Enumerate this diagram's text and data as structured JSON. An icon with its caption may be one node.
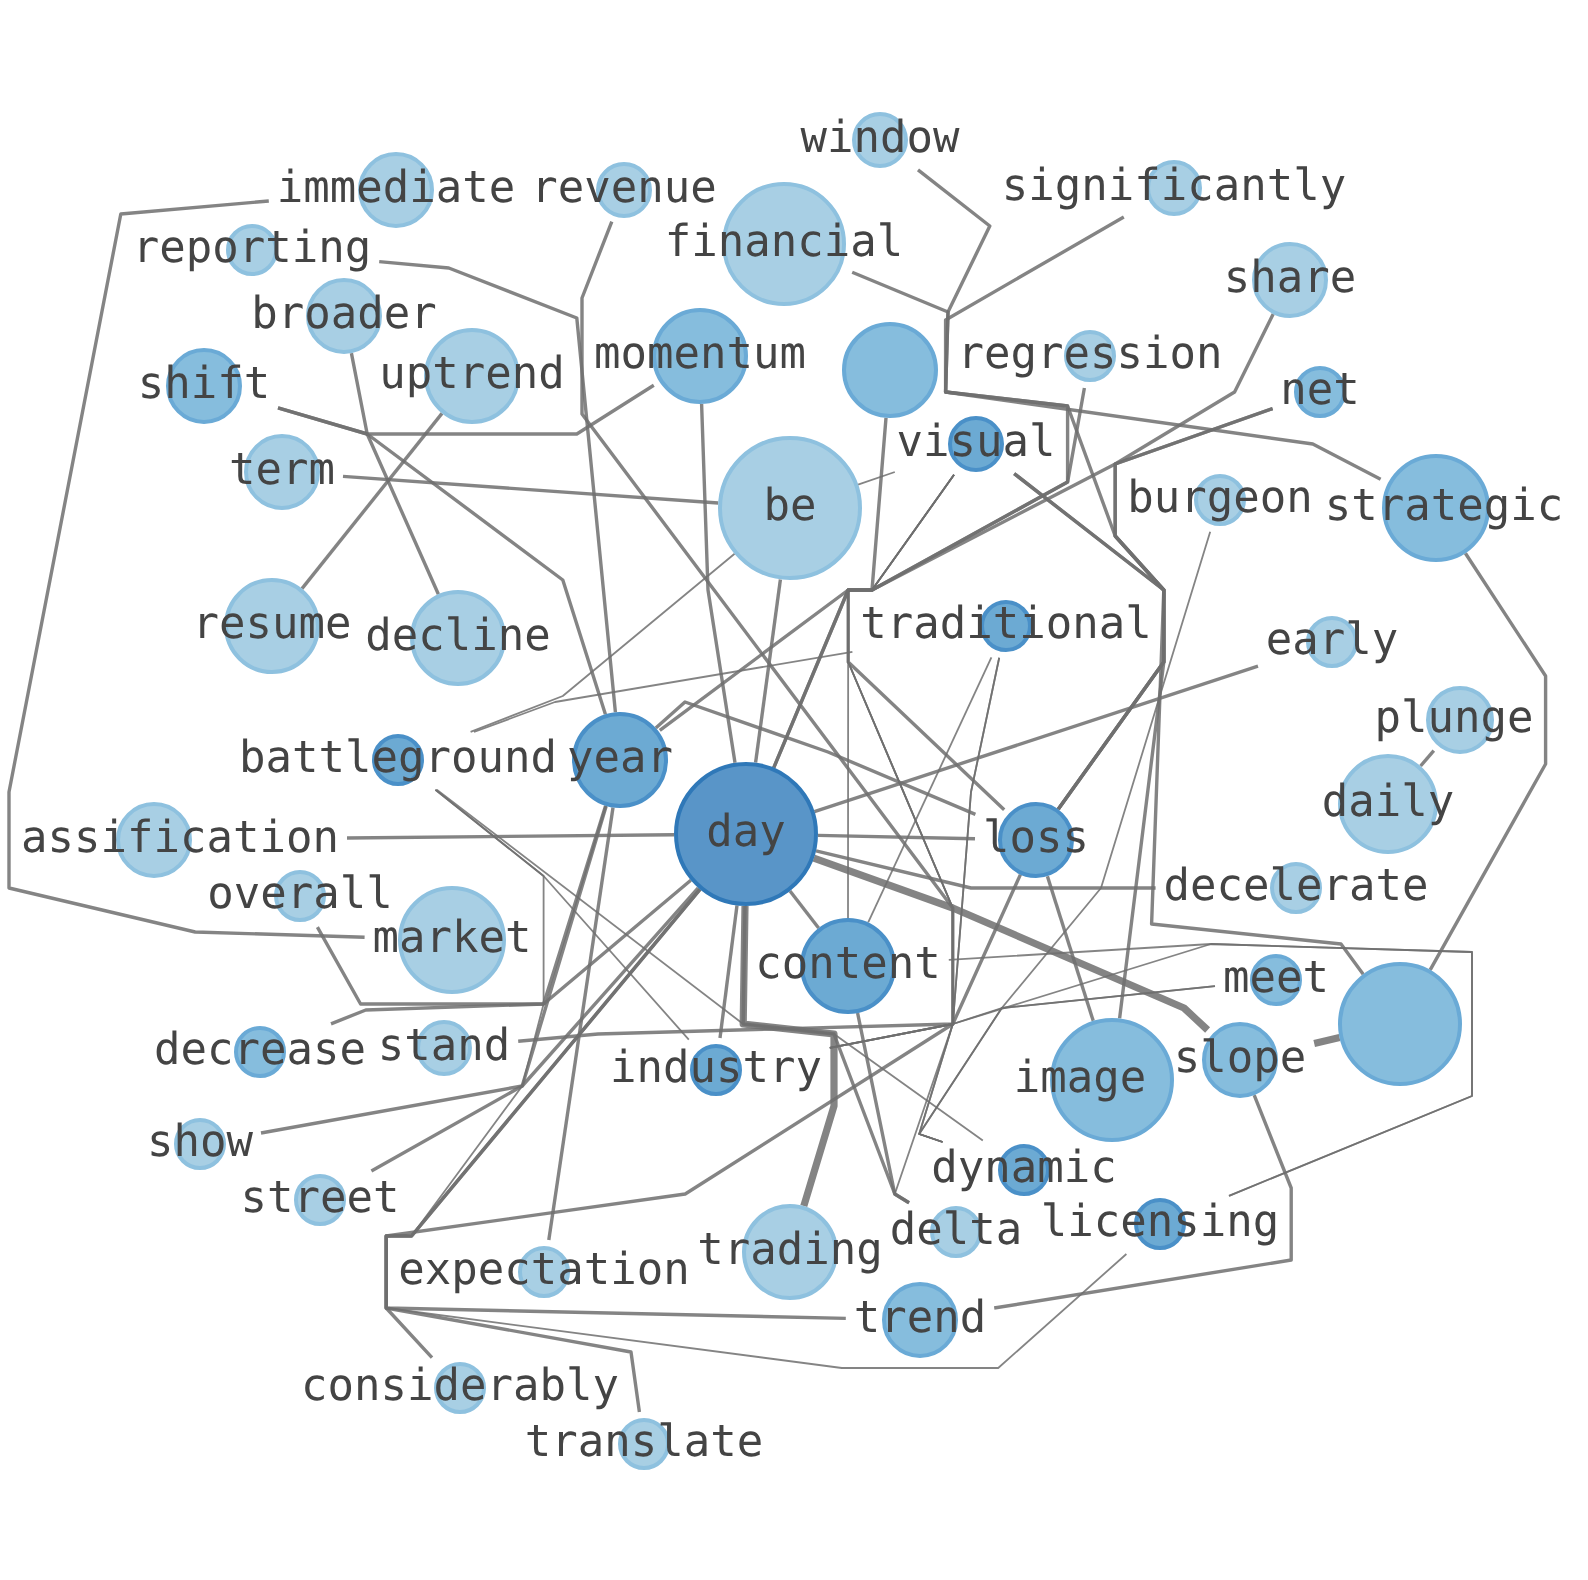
{
  "diagram": {
    "nodes": [
      {
        "text": [
          "window"
        ]
      },
      {
        "text": [
          "immediate"
        ]
      },
      {
        "text": [
          "revenue"
        ]
      },
      {
        "text": [
          "significantly"
        ]
      },
      {
        "text": [
          "financial"
        ]
      },
      {
        "text": [
          "reporting"
        ]
      },
      {
        "text": [
          "share"
        ]
      },
      {
        "text": [
          "broader"
        ]
      },
      {
        "text": [
          "momentum"
        ]
      },
      {
        "text": [
          "regression"
        ]
      },
      {
        "text": [
          "uptrend"
        ]
      },
      {
        "text": [
          "shift"
        ]
      },
      {
        "text": [],
        "shape": "circle"
      },
      {
        "text": [
          "net"
        ]
      },
      {
        "text": [
          "visual"
        ]
      },
      {
        "text": [
          "term"
        ]
      },
      {
        "text": [
          "burgeon"
        ]
      },
      {
        "text": [
          "strategic"
        ]
      },
      {
        "text": [
          "be"
        ]
      },
      {
        "text": [
          "resume"
        ]
      },
      {
        "text": [
          "decline"
        ]
      },
      {
        "text": [
          "traditional"
        ]
      },
      {
        "text": [
          "early"
        ]
      },
      {
        "text": [
          "plunge"
        ]
      },
      {
        "text": [
          "battleground"
        ]
      },
      {
        "text": [
          "year"
        ]
      },
      {
        "text": [
          "daily"
        ]
      },
      {
        "text": [
          "day"
        ]
      },
      {
        "text": [
          "loss"
        ]
      },
      {
        "text": [
          "assification"
        ]
      },
      {
        "text": [
          "decelerate"
        ]
      },
      {
        "text": [
          "overall"
        ]
      },
      {
        "text": [
          "market"
        ]
      },
      {
        "text": [
          "content"
        ]
      },
      {
        "text": [
          "meet"
        ]
      },
      {
        "text": [],
        "shape": "circle"
      },
      {
        "text": [
          "decrease"
        ]
      },
      {
        "text": [
          "stand"
        ]
      },
      {
        "text": [
          "industry"
        ]
      },
      {
        "text": [
          "slope"
        ]
      },
      {
        "text": [
          "image"
        ]
      },
      {
        "text": [
          "dynamic"
        ]
      },
      {
        "text": [
          "show"
        ]
      },
      {
        "text": [
          "delta"
        ]
      },
      {
        "text": [
          "street"
        ]
      },
      {
        "text": [
          "licensing"
        ]
      },
      {
        "text": [
          "expectation"
        ]
      },
      {
        "text": [
          "trading"
        ]
      },
      {
        "text": [
          "trend"
        ]
      },
      {
        "text": [
          "considerably"
        ]
      },
      {
        "text": [
          "translate"
        ]
      }
    ],
    "edges": [
      {
        "from": 0,
        "to": 27,
        "arrow": "none"
      },
      {
        "from": 1,
        "to": 32,
        "arrow": "none"
      },
      {
        "from": 2,
        "to": 50,
        "arrow": "none"
      },
      {
        "from": 4,
        "to": 17,
        "arrow": "none"
      },
      {
        "from": 3,
        "to": 28,
        "arrow": "none"
      },
      {
        "from": 5,
        "to": 25,
        "arrow": "none"
      },
      {
        "from": 6,
        "to": 28,
        "arrow": "none"
      },
      {
        "from": 7,
        "to": 20,
        "arrow": "none"
      },
      {
        "from": 8,
        "to": 27,
        "arrow": "none"
      },
      {
        "from": 11,
        "to": 8,
        "arrow": "none"
      },
      {
        "from": 11,
        "to": 25,
        "arrow": "none"
      },
      {
        "from": 10,
        "to": 19,
        "arrow": "none"
      },
      {
        "from": 9,
        "to": 27,
        "arrow": "none"
      },
      {
        "from": 12,
        "to": 28,
        "arrow": "none"
      },
      {
        "from": 13,
        "to": 25,
        "arrow": "none"
      },
      {
        "from": 13,
        "to": 28,
        "arrow": "none"
      },
      {
        "from": 14,
        "to": 38,
        "arrow": "none"
      },
      {
        "from": 14,
        "to": 33,
        "arrow": "none"
      },
      {
        "from": 14,
        "to": 43,
        "arrow": "none"
      },
      {
        "from": 14,
        "to": 41,
        "arrow": "none"
      },
      {
        "from": 14,
        "to": 40,
        "arrow": "none"
      },
      {
        "from": 14,
        "to": 35,
        "arrow": "none"
      },
      {
        "from": 18,
        "to": 14,
        "arrow": "none"
      },
      {
        "from": 17,
        "to": 35,
        "arrow": "none"
      },
      {
        "from": 16,
        "to": 41,
        "arrow": "none"
      },
      {
        "from": 15,
        "to": 18,
        "arrow": "none"
      },
      {
        "from": 18,
        "to": 27,
        "arrow": "none"
      },
      {
        "from": 24,
        "to": 18,
        "arrow": "none"
      },
      {
        "from": 24,
        "to": 21,
        "arrow": "none"
      },
      {
        "from": 24,
        "to": 38,
        "arrow": "none"
      },
      {
        "from": 24,
        "to": 41,
        "arrow": "none"
      },
      {
        "from": 24,
        "to": 45,
        "arrow": "none"
      },
      {
        "from": 21,
        "to": 33,
        "arrow": "none"
      },
      {
        "from": 21,
        "to": 38,
        "arrow": "none"
      },
      {
        "from": 21,
        "to": 41,
        "arrow": "none"
      },
      {
        "from": 22,
        "to": 27,
        "arrow": "none"
      },
      {
        "from": 23,
        "to": 26,
        "arrow": "none"
      },
      {
        "from": 25,
        "to": 28,
        "arrow": "none"
      },
      {
        "from": 25,
        "to": 46,
        "arrow": "none"
      },
      {
        "from": 36,
        "to": 25,
        "arrow": "none"
      },
      {
        "from": 44,
        "to": 25,
        "arrow": "none"
      },
      {
        "from": 29,
        "to": 27,
        "arrow": "none"
      },
      {
        "from": 31,
        "to": 27,
        "arrow": "none"
      },
      {
        "from": 27,
        "to": 28,
        "arrow": "none"
      },
      {
        "from": 27,
        "to": 30,
        "arrow": "none"
      },
      {
        "from": 27,
        "to": 39,
        "arrow": "none",
        "style": "thick"
      },
      {
        "from": 39,
        "to": 35,
        "arrow": "none",
        "style": "thick"
      },
      {
        "from": 27,
        "to": 47,
        "arrow": "none",
        "style": "thick"
      },
      {
        "from": 27,
        "to": 48,
        "arrow": "none"
      },
      {
        "from": 27,
        "to": 33,
        "arrow": "none"
      },
      {
        "from": 27,
        "to": 38,
        "arrow": "none"
      },
      {
        "from": 27,
        "to": 43,
        "arrow": "none"
      },
      {
        "from": 42,
        "to": 27,
        "arrow": "none"
      },
      {
        "from": 49,
        "to": 27,
        "arrow": "none"
      },
      {
        "from": 37,
        "to": 28,
        "arrow": "none"
      },
      {
        "from": 28,
        "to": 40,
        "arrow": "none"
      },
      {
        "from": 34,
        "to": 38,
        "arrow": "none"
      },
      {
        "from": 34,
        "to": 41,
        "arrow": "none"
      },
      {
        "from": 39,
        "to": 48,
        "arrow": "none"
      },
      {
        "from": 33,
        "to": 43,
        "arrow": "none"
      },
      {
        "from": 33,
        "to": 45,
        "arrow": "none"
      },
      {
        "from": 38,
        "to": 45,
        "arrow": "none"
      }
    ]
  }
}
